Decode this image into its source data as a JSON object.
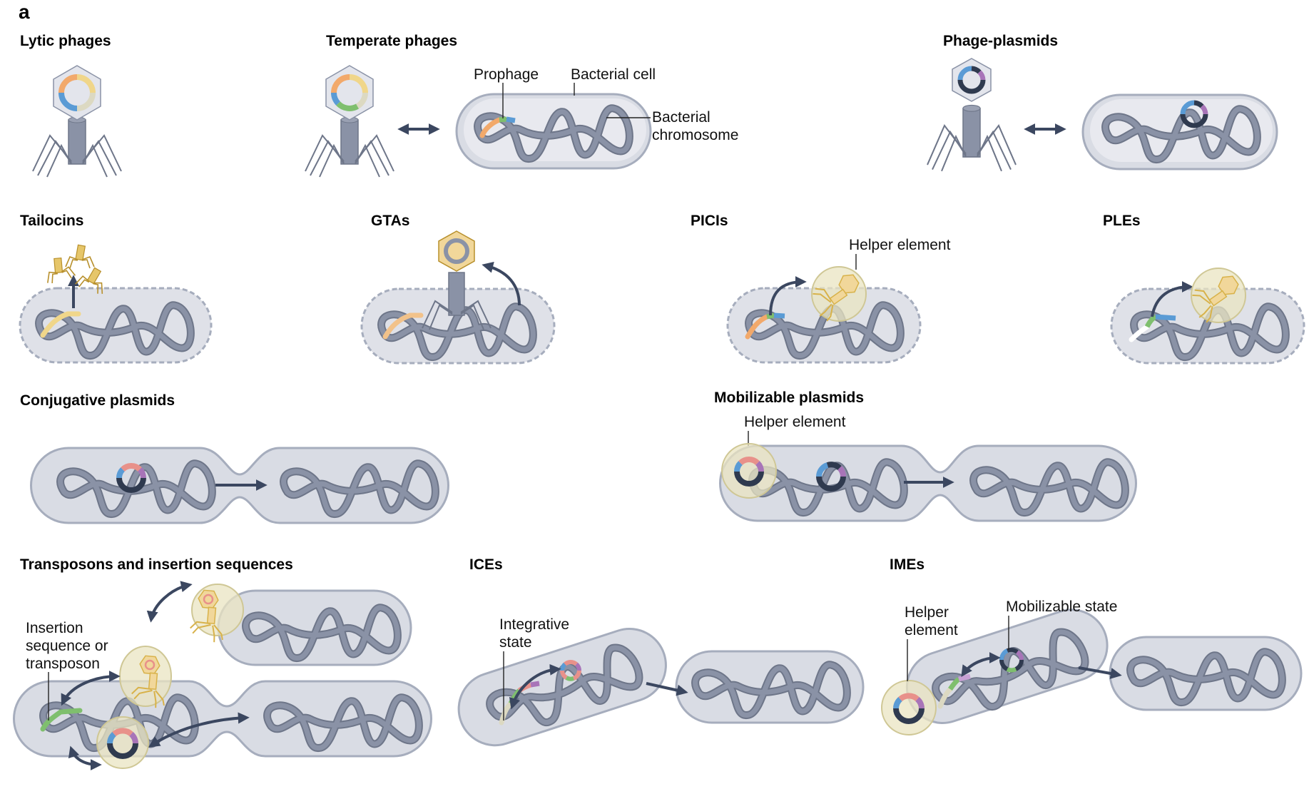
{
  "figure": {
    "panel_letter": "a",
    "colors": {
      "cell_fill": "#e8e9ef",
      "cell_stroke": "#a6adbd",
      "chromosome": "#8a92a6",
      "arrow": "#3b4760",
      "phage_body": "#8a92a6",
      "gold": "#d8b24a",
      "helper_bubble": "#e9e4c2",
      "seg_orange": "#f2a96b",
      "seg_yellow": "#f0d68a",
      "seg_beige": "#dcd9c2",
      "seg_green": "#7fbf6e",
      "seg_blue": "#5a9bd5",
      "seg_pink": "#e8918a",
      "seg_purple": "#a874b8",
      "seg_dark": "#2f3a4f"
    }
  },
  "panels": {
    "lytic": {
      "title": "Lytic phages"
    },
    "temperate": {
      "title": "Temperate phages",
      "labels": {
        "prophage": "Prophage",
        "cell": "Bacterial cell",
        "chromosome_1": "Bacterial",
        "chromosome_2": "chromosome"
      }
    },
    "phage_plasmids": {
      "title": "Phage-plasmids"
    },
    "tailocins": {
      "title": "Tailocins"
    },
    "gtas": {
      "title": "GTAs"
    },
    "picis": {
      "title": "PICIs",
      "labels": {
        "helper": "Helper element"
      }
    },
    "ples": {
      "title": "PLEs"
    },
    "conjugative": {
      "title": "Conjugative plasmids"
    },
    "mobilizable": {
      "title": "Mobilizable plasmids",
      "labels": {
        "helper": "Helper element"
      }
    },
    "transposons": {
      "title": "Transposons and insertion sequences",
      "labels": {
        "line1": "Insertion",
        "line2": "sequence or",
        "line3": "transposon"
      }
    },
    "ices": {
      "title": "ICEs",
      "labels": {
        "line1": "Integrative",
        "line2": "state"
      }
    },
    "imes": {
      "title": "IMEs",
      "labels": {
        "helper1": "Helper",
        "helper2": "element",
        "mobilizable": "Mobilizable state"
      }
    }
  }
}
